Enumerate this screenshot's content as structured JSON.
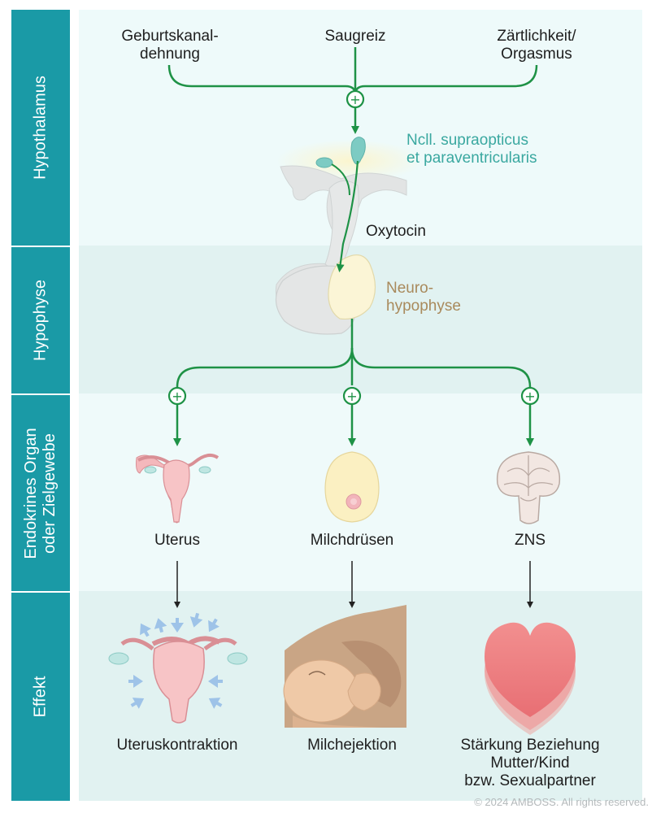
{
  "sidebar": {
    "tabs": [
      {
        "label": "Hypothalamus"
      },
      {
        "label": "Hypophyse"
      },
      {
        "label": "Endokrines Organ\noder Zielgewebe"
      },
      {
        "label": "Effekt"
      }
    ]
  },
  "stimuli": [
    {
      "text": "Geburtskanal-\ndehnung"
    },
    {
      "text": "Saugreiz"
    },
    {
      "text": "Zärtlichkeit/\nOrgasmus"
    }
  ],
  "hypothalamus": {
    "nuclei_label": "Ncll. supraopticus\net paraventricularis",
    "hormone_label": "Oxytocin"
  },
  "hypophyse": {
    "neuro_label": "Neuro-\nhypophyse"
  },
  "targets": [
    {
      "label": "Uterus"
    },
    {
      "label": "Milchdrüsen"
    },
    {
      "label": "ZNS"
    }
  ],
  "effects": [
    {
      "label": "Uteruskontraktion"
    },
    {
      "label": "Milchejektion"
    },
    {
      "label": "Stärkung Beziehung\nMutter/Kind\nbzw. Sexualpartner"
    }
  ],
  "symbols": {
    "stimulation": "+"
  },
  "colors": {
    "sidebar": "#1a9aa6",
    "arrow_green": "#1e9246",
    "nucleus_teal": "#7dcbc3",
    "nucleus_label": "#3aa8a0",
    "neuro_label": "#a98a5c",
    "band_light": "#effafa",
    "band_dark": "#e1f2f1"
  },
  "copyright": "© 2024 AMBOSS. All rights reserved."
}
